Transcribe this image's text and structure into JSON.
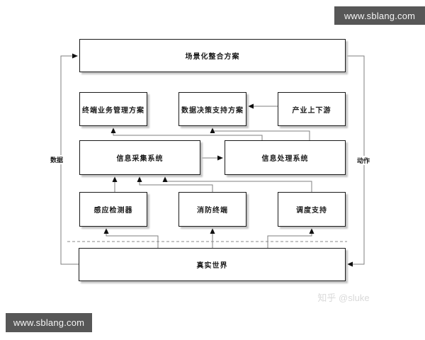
{
  "diagram": {
    "nodes": {
      "integration": "场景化整合方案",
      "terminal_mgmt": "终端业务管理方案",
      "decision_support": "数据决策支持方案",
      "industry": "产业上下游",
      "collection": "信息采集系统",
      "processing": "信息处理系统",
      "sensor": "感应检测器",
      "fire_terminal": "消防终端",
      "dispatch": "调度支持",
      "real_world": "真实世界"
    },
    "edge_labels": {
      "left_up": "数据",
      "right_down": "动作"
    }
  },
  "watermarks": {
    "top_right": "www.sblang.com",
    "bottom_left": "www.sblang.com",
    "credit": "知乎 @sluke"
  },
  "colors": {
    "line": "#7f7f7f",
    "box_border": "#1a1a1a",
    "watermark_bg": "#575757",
    "credit_text": "#d9d9d9"
  }
}
